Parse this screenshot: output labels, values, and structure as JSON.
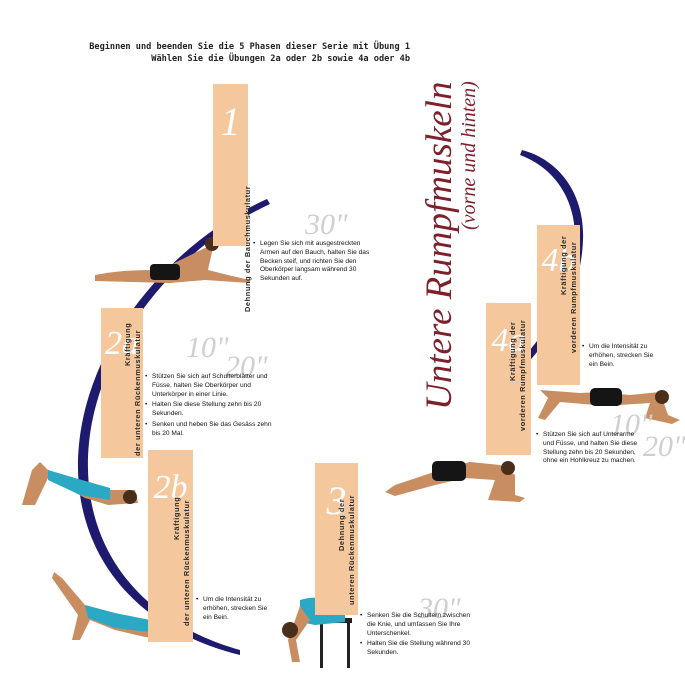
{
  "intro": {
    "line1": "Beginnen und beenden Sie die 5 Phasen dieser Serie mit Übung 1",
    "line2": "Wählen Sie die Übungen 2a oder 2b sowie 4a oder 4b"
  },
  "title": {
    "main": "Untere Rumpfmuskeln",
    "sub": "(vorne und hinten)"
  },
  "colors": {
    "panel": "#f5c79c",
    "title": "#7e1f2c",
    "arc": "#1e1a6e",
    "suit": "#2aa8c4",
    "skin": "#c98d62"
  },
  "exercises": [
    {
      "id": "ex1",
      "number": "1",
      "label1": "Dehnung der Bauchmuskulatur",
      "label2": "",
      "duration": "30\"",
      "instructions": [
        "Legen Sie sich mit ausgestreckten Armen auf den Bauch, halten Sie das Becken steif, und richten Sie den Oberkörper langsam während 30 Sekunden auf."
      ]
    },
    {
      "id": "ex2a",
      "number": "2a",
      "label1": "Kräftigung",
      "label2": "der unteren Rückenmuskulatur",
      "duration": "10\"",
      "duration2": "20\"",
      "instructions": [
        "Stützen Sie sich auf Schulterblätter und Füsse, halten Sie Oberkörper und Unterkörper in einer Linie.",
        "Halten Sie diese Stellung zehn bis 20 Sekunden.",
        "Senken und heben Sie das Gesäss zehn bis 20 Mal."
      ]
    },
    {
      "id": "ex2b",
      "number": "2b",
      "label1": "Kräftigung",
      "label2": "der unteren Rückenmuskulatur",
      "duration": "",
      "instructions": [
        "Um die Intensität zu erhöhen, strecken Sie ein Bein."
      ]
    },
    {
      "id": "ex3",
      "number": "3",
      "label1": "Dehnung der",
      "label2": "unteren Rückenmuskulatur",
      "duration": "30\"",
      "instructions": [
        "Senken Sie die Schultern zwischen die Knie, und umfassen Sie Ihre Unterschenkel.",
        "Halten Sie die Stellung während 30 Sekunden."
      ]
    },
    {
      "id": "ex4a",
      "number": "4a",
      "label1": "Kräftigung der",
      "label2": "vorderen Rumpfmuskulatur",
      "duration": "10\"",
      "duration2": "20\"",
      "instructions": [
        "Stützen Sie sich auf Unterarme und Füsse, und halten Sie diese Stellung zehn bis 20 Sekunden, ohne ein Hohlkreuz zu machen."
      ]
    },
    {
      "id": "ex4b",
      "number": "4b",
      "label1": "Kräftigung der",
      "label2": "vorderen Rumpfmuskulatur",
      "duration": "",
      "instructions": [
        "Um die Intensität zu erhöhen, strecken Sie ein Bein."
      ]
    }
  ]
}
